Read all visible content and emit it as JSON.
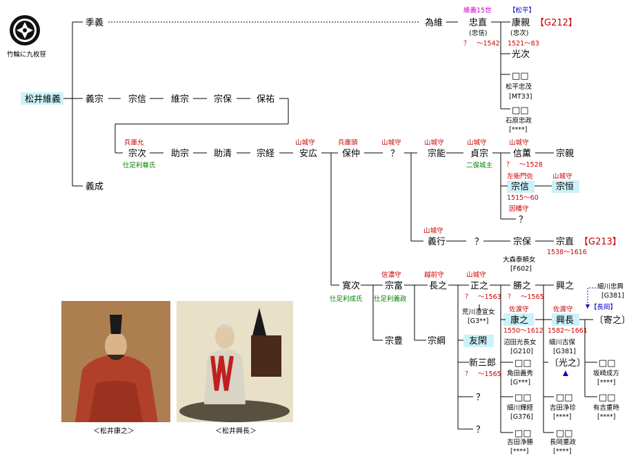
{
  "crest": {
    "label": "竹輪に九枚笹"
  },
  "people": {
    "root": "松井維義",
    "sueyoshi": "季義",
    "tamenobu": "為維",
    "tadanao": "忠直",
    "tadanao_alias": "(忠信)",
    "tadanao_dates": "？　～1542",
    "tadanao_title": "維義15世",
    "yasuchika": "康親",
    "yasuchika_alias": "(忠次)",
    "yasuchika_dates": "1521～83",
    "yasuchika_clan": "【松平】",
    "yasuchika_ref": "【G212】",
    "mitsutsugu": "光次",
    "bb1": "□□",
    "bb1_note": "松平忠茂",
    "bb1_ref": "[MT33]",
    "bb2": "□□",
    "bb2_note": "石原忠政",
    "bb2_ref": "[****]",
    "yoshimune": "義宗",
    "munenobu": "宗信",
    "korimune": "維宗",
    "muneyasu": "宗保",
    "yasuhiro": "保祐",
    "munetsugu": "宗次",
    "munetsugu_title": "兵庫允",
    "munetsugu_note": "仕足利尊氏",
    "sukemune": "助宗",
    "sukekiyo": "助清",
    "munetsune": "宗経",
    "yasuhiro2": "安広",
    "yasuhiro2_title": "山城守",
    "yasunaka": "保仲",
    "yasunaka_title": "兵庫頭",
    "unknown1": "？",
    "unknown1_title": "山城守",
    "muneyoshi": "宗能",
    "muneyoshi_title": "山城守",
    "sadamune": "貞宗",
    "sadamune_title": "山城守",
    "sadamune_note": "二俣城主",
    "nobukun": "信薫",
    "nobukun_title": "山城守",
    "nobukun_dates": "？　～1528",
    "munechika": "宗親",
    "munenobu2": "宗信",
    "munenobu2_title": "左衛門佐",
    "munenobu2_dates": "1515～60",
    "munetsune2": "宗恒",
    "munetsune2_title": "山城守",
    "innokami": "因幡守",
    "unknown2": "？",
    "yoshinari": "義成",
    "yoshiyuki": "義行",
    "yoshiyuki_title": "山城守",
    "unknown3": "？",
    "muneyasu2": "宗保",
    "munenao": "宗直",
    "munenao_ref": "【G213】",
    "munenao_dates": "1538～1616",
    "munenao_wife": "大森泰頼女",
    "munenao_wife_ref": "[F602]",
    "hirotsugu": "寛次",
    "hirotsugu_note": "仕足利成氏",
    "munetomi": "宗富",
    "munetomi_title": "信濃守",
    "munetomi_note": "仕足利義政",
    "nagayuki": "長之",
    "nagayuki_title": "越前守",
    "masayuki": "正之",
    "masayuki_title": "山城守",
    "masayuki_dates": "？　～1563",
    "masayuki_wife": "荒川澄宣女",
    "masayuki_wife_ref": "[G3**]",
    "katsuyuki": "勝之",
    "katsuyuki_dates": "？　～1565",
    "okiyuki": "興之",
    "yasuyuki": "康之",
    "yasuyuki_title": "佐渡守",
    "yasuyuki_dates": "1550～1612",
    "yasuyuki_wife": "沼田光長女",
    "yasuyuki_wife_ref": "[G210]",
    "okinaga": "興長",
    "okinaga_title": "佐渡守",
    "okinaga_dates": "1582～1661",
    "okinaga_wife": "細川古保",
    "okinaga_wife_ref": "[G381]",
    "hosokawa": "細川忠興",
    "hosokawa_ref": "[G381]",
    "nagaoka": "【長岡】",
    "yoriyuki": "〔寄之〕",
    "munetoyo": "宗豊",
    "munetsuna": "宗綱",
    "tomokan": "友閑",
    "shinsaburo": "新三郎",
    "shinsaburo_dates": "？　～1565",
    "unknown4": "？",
    "unknown5": "？",
    "bb3": "□□",
    "bb3_note": "角田義秀",
    "bb3_ref": "[G***]",
    "bb4": "□□",
    "bb4_note": "細川輝経",
    "bb4_ref": "[G376]",
    "bb5": "□□",
    "bb5_note": "吉田浄勝",
    "bb5_ref": "[****]",
    "mitsuyuki": "〔光之〕",
    "bb6": "□□",
    "bb6_note": "吉田浄珍",
    "bb6_ref": "[****]",
    "bb7": "□□",
    "bb7_note": "長岡重政",
    "bb7_ref": "[****]",
    "bb8": "□□",
    "bb8_note": "坂崎成方",
    "bb8_ref": "[****]",
    "bb9": "□□",
    "bb9_note": "有吉重時",
    "bb9_ref": "[****]"
  },
  "portraits": [
    {
      "caption": "＜松井康之＞",
      "robe": "#b0402a",
      "bg": "#b88a5a"
    },
    {
      "caption": "＜松井興長＞",
      "robe": "#d8d4c6",
      "bg": "#e9e0c8"
    }
  ],
  "colors": {
    "highlight": "#ccf2f9",
    "red": "#cc0000",
    "green": "#008000",
    "blue": "#0000cc",
    "purple": "#cc00cc"
  }
}
